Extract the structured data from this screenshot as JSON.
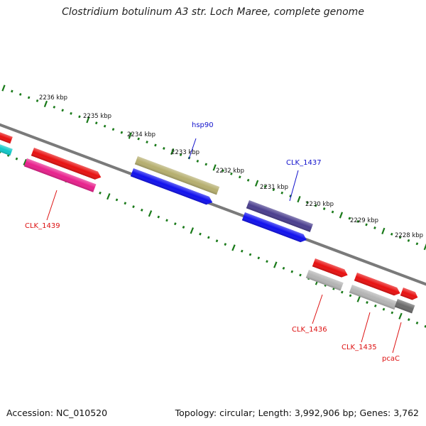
{
  "title": "Clostridium botulinum A3 str. Loch Maree, complete genome",
  "footer": {
    "accession": "Accession: NC_010520",
    "summary": "Topology: circular; Length: 3,992,906 bp; Genes: 3,762"
  },
  "colors": {
    "backbone": "#7a7a7a",
    "tick": "#1a7a1a",
    "tick_label": "#111111",
    "label_blue": "#1010cc",
    "label_red": "#dd1111"
  },
  "ruler_labels": [
    "2236 kbp",
    "2235 kbp",
    "2234 kbp",
    "2233 kbp",
    "2232 kbp",
    "2231 kbp",
    "2230 kbp",
    "2229 kbp",
    "2228 kbp"
  ],
  "features": [
    {
      "name": "feature-red-edge-top",
      "color": "#e81010",
      "strand": "forward"
    },
    {
      "name": "feature-cyan-edge",
      "color": "#10c8c8",
      "strand": "forward"
    },
    {
      "name": "feature-red-1439",
      "color": "#e81010",
      "strand": "forward"
    },
    {
      "name": "feature-pink-clk1439",
      "color": "#e8208c",
      "strand": "forward"
    },
    {
      "name": "feature-olive-hsp90",
      "color": "#b5ae6e",
      "strand": "forward"
    },
    {
      "name": "feature-blue-hsp90",
      "color": "#1010ee",
      "strand": "forward"
    },
    {
      "name": "feature-purple-clk1437",
      "color": "#4a3e8e",
      "strand": "forward"
    },
    {
      "name": "feature-blue-clk1437",
      "color": "#1010ee",
      "strand": "forward"
    },
    {
      "name": "feature-red-1436",
      "color": "#e81010",
      "strand": "forward"
    },
    {
      "name": "feature-gray-clk1436",
      "color": "#b4b4b4",
      "strand": "forward"
    },
    {
      "name": "feature-red-1435",
      "color": "#e81010",
      "strand": "forward"
    },
    {
      "name": "feature-gray-clk1435",
      "color": "#b4b4b4",
      "strand": "forward"
    },
    {
      "name": "feature-red-pcac",
      "color": "#e81010",
      "strand": "forward"
    },
    {
      "name": "feature-darkgray-pcac",
      "color": "#6a6a6a",
      "strand": "forward"
    }
  ],
  "gene_labels": [
    {
      "text": "hsp90",
      "color": "blue"
    },
    {
      "text": "CLK_1437",
      "color": "blue"
    },
    {
      "text": "CLK_1439",
      "color": "red"
    },
    {
      "text": "CLK_1436",
      "color": "red"
    },
    {
      "text": "CLK_1435",
      "color": "red"
    },
    {
      "text": "pcaC",
      "color": "red"
    }
  ]
}
